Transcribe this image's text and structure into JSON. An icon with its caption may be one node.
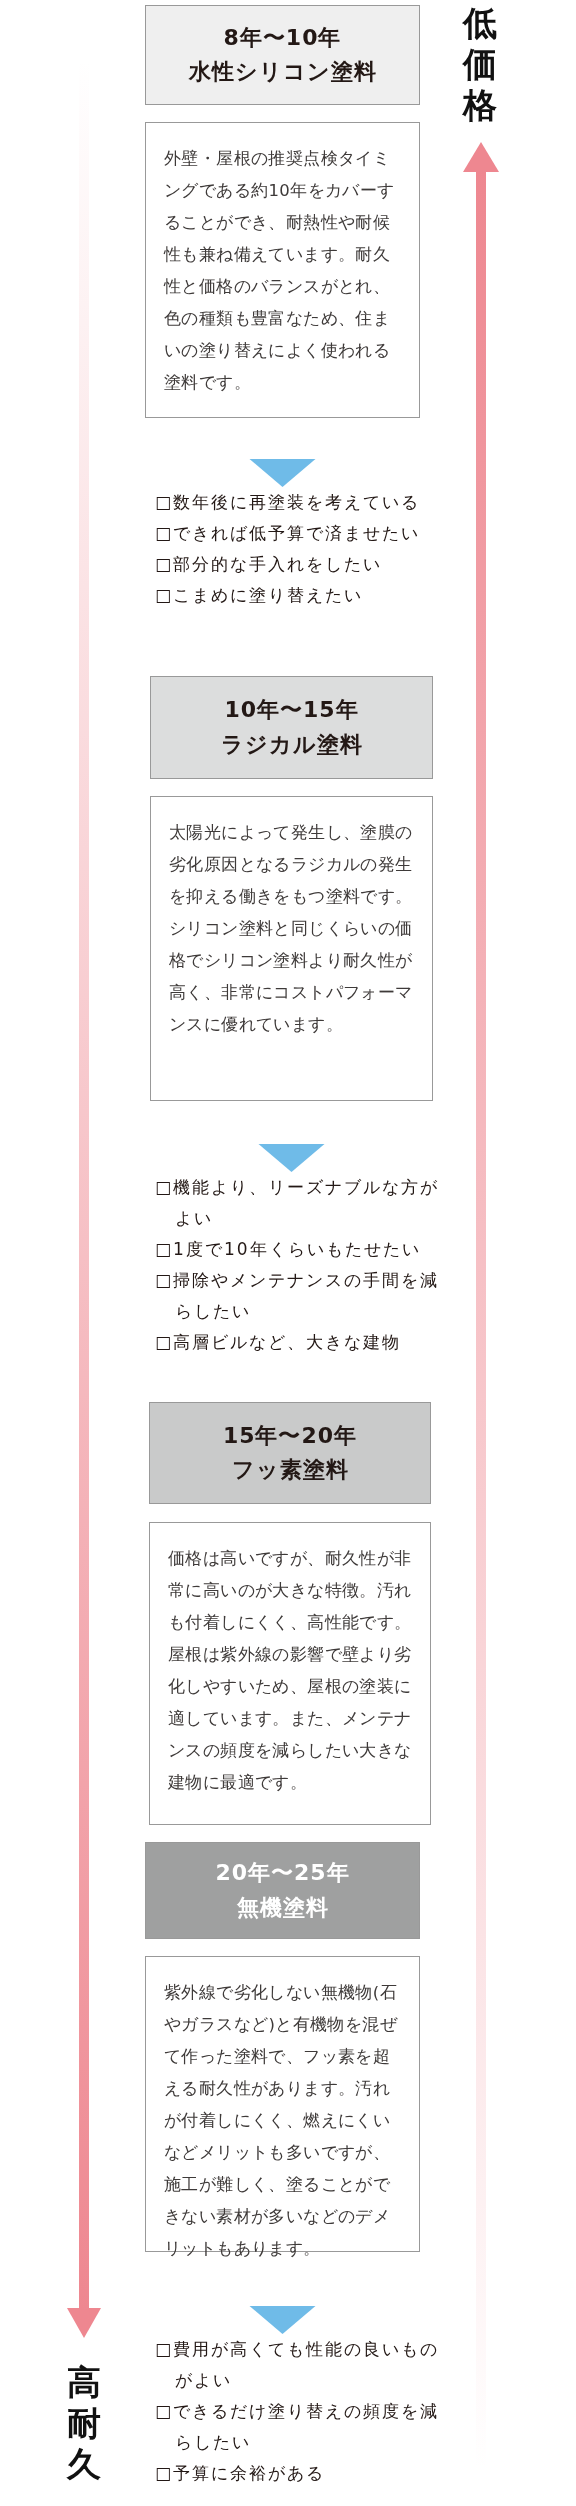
{
  "diagram": {
    "nodes": [
      {
        "text": [
          "8年〜10年",
          "水性シリコン塗料"
        ]
      },
      {
        "text": [
          "外壁・屋根の推奨点検タイミングである約10年をカバーすることができ、耐熱性や耐候性も兼ね備えています。耐久性と価格のバランスがとれ、色の種類も豊富なため、住まいの塗り替えによく使われる塗料です。"
        ]
      },
      {
        "text": [
          "□数年後に再塗装を考えている",
          "□できれば低予算で済ませたい",
          "□部分的な手入れをしたい",
          "□こまめに塗り替えたい"
        ]
      },
      {
        "text": [
          "10年〜15年",
          "ラジカル塗料"
        ]
      },
      {
        "text": [
          "太陽光によって発生し、塗膜の劣化原因となるラジカルの発生を抑える働きをもつ塗料です。シリコン塗料と同じくらいの価格でシリコン塗料より耐久性が高く、非常にコストパフォーマンスに優れています。"
        ]
      },
      {
        "text": [
          "□機能より、リーズナブルな方がよい",
          "□1度で10年くらいもたせたい",
          "□掃除やメンテナンスの手間を減らしたい",
          "□高層ビルなど、大きな建物"
        ]
      },
      {
        "text": [
          "15年〜20年",
          "フッ素塗料"
        ]
      },
      {
        "text": [
          "価格は高いですが、耐久性が非常に高いのが大きな特徴。汚れも付着しにくく、高性能です。屋根は紫外線の影響で壁より劣化しやすいため、屋根の塗装に適しています。また、メンテナンスの頻度を減らしたい大きな建物に最適です。"
        ]
      },
      {
        "text": [
          "20年〜25年",
          "無機塗料"
        ]
      },
      {
        "text": [
          "紫外線で劣化しない無機物(石やガラスなど)と有機物を混ぜて作った塗料で、フッ素を超える耐久性があります。汚れが付着しにくく、燃えにくいなどメリットも多いですが、施工が難しく、塗ることができない素材が多いなどのデメリットもあります。"
        ]
      },
      {
        "text": [
          "□費用が高くても性能の良いものがよい",
          "□できるだけ塗り替えの頻度を減らしたい",
          "□予算に余裕がある"
        ]
      }
    ],
    "edges": [
      {
        "from": 1,
        "to": 2,
        "arrow": "to"
      },
      {
        "from": 4,
        "to": 5,
        "arrow": "to"
      },
      {
        "from": 9,
        "to": 10,
        "arrow": "to"
      }
    ],
    "labels": [
      "低価格",
      "高耐久"
    ]
  }
}
